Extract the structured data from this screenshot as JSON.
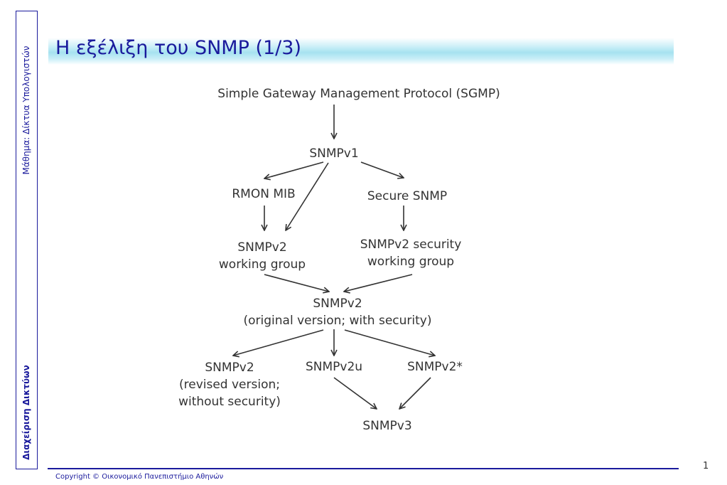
{
  "sidebar": {
    "top_label": "Μάθημα: Δίκτυα Υπολογιστών",
    "bottom_label": "Διαχείριση Δικτύων"
  },
  "slide": {
    "title": "Η εξέλιξη του SNMP (1/3)",
    "page_number": "1"
  },
  "footer": {
    "copyright": "Copyright © Οικονομικό Πανεπιστήμιο Αθηνών"
  },
  "diagram": {
    "nodes": {
      "sgmp": [
        "Simple Gateway Management Protocol (SGMP)"
      ],
      "snmpv1": [
        "SNMPv1"
      ],
      "rmon": [
        "RMON MIB"
      ],
      "secure": [
        "Secure SNMP"
      ],
      "v2wg": [
        "SNMPv2",
        "working group"
      ],
      "v2sec": [
        "SNMPv2 security",
        "working group"
      ],
      "v2orig": [
        "SNMPv2",
        "(original version; with security)"
      ],
      "v2rev": [
        "SNMPv2",
        "(revised version;",
        "without security)"
      ],
      "v2u": [
        "SNMPv2u"
      ],
      "v2star": [
        "SNMPv2*"
      ],
      "v3": [
        "SNMPv3"
      ]
    },
    "edges": [
      [
        "sgmp",
        "snmpv1"
      ],
      [
        "snmpv1",
        "rmon"
      ],
      [
        "snmpv1",
        "secure"
      ],
      [
        "snmpv1",
        "v2wg"
      ],
      [
        "rmon",
        "v2wg"
      ],
      [
        "secure",
        "v2sec"
      ],
      [
        "v2wg",
        "v2orig"
      ],
      [
        "v2sec",
        "v2orig"
      ],
      [
        "v2orig",
        "v2rev"
      ],
      [
        "v2orig",
        "v2u"
      ],
      [
        "v2orig",
        "v2star"
      ],
      [
        "v2u",
        "v3"
      ],
      [
        "v2star",
        "v3"
      ]
    ]
  }
}
